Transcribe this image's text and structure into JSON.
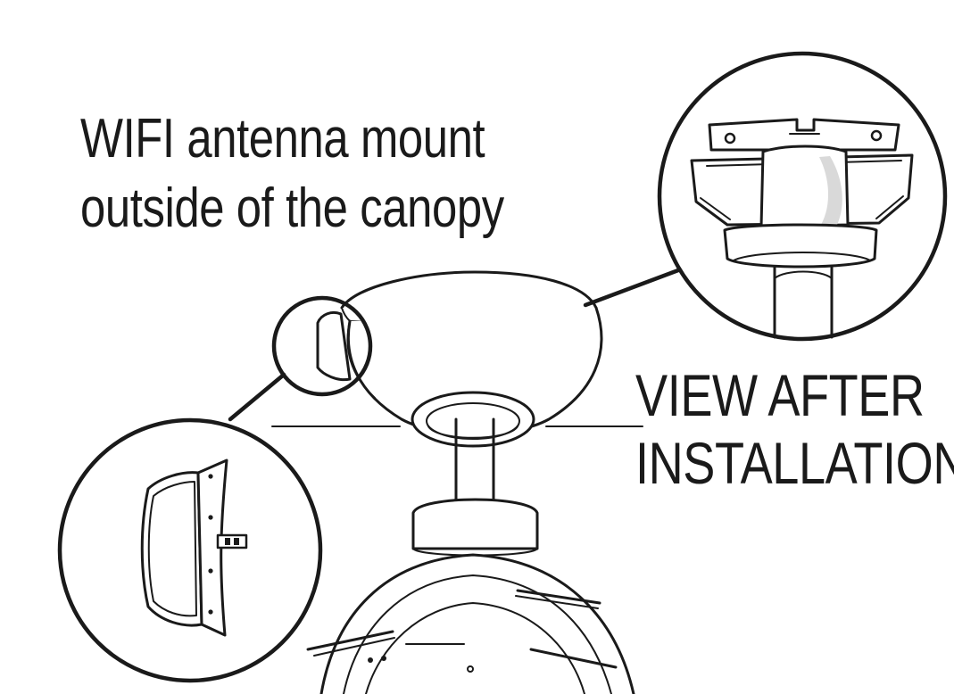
{
  "diagram": {
    "title_lines": [
      "WIFI antenna mount",
      "outside of the canopy"
    ],
    "callout_lines": [
      "VIEW AFTER",
      "INSTALLATION"
    ]
  },
  "colors": {
    "ink": "#1a1a1a",
    "background": "#ffffff",
    "shade": "#d9d9d9"
  }
}
